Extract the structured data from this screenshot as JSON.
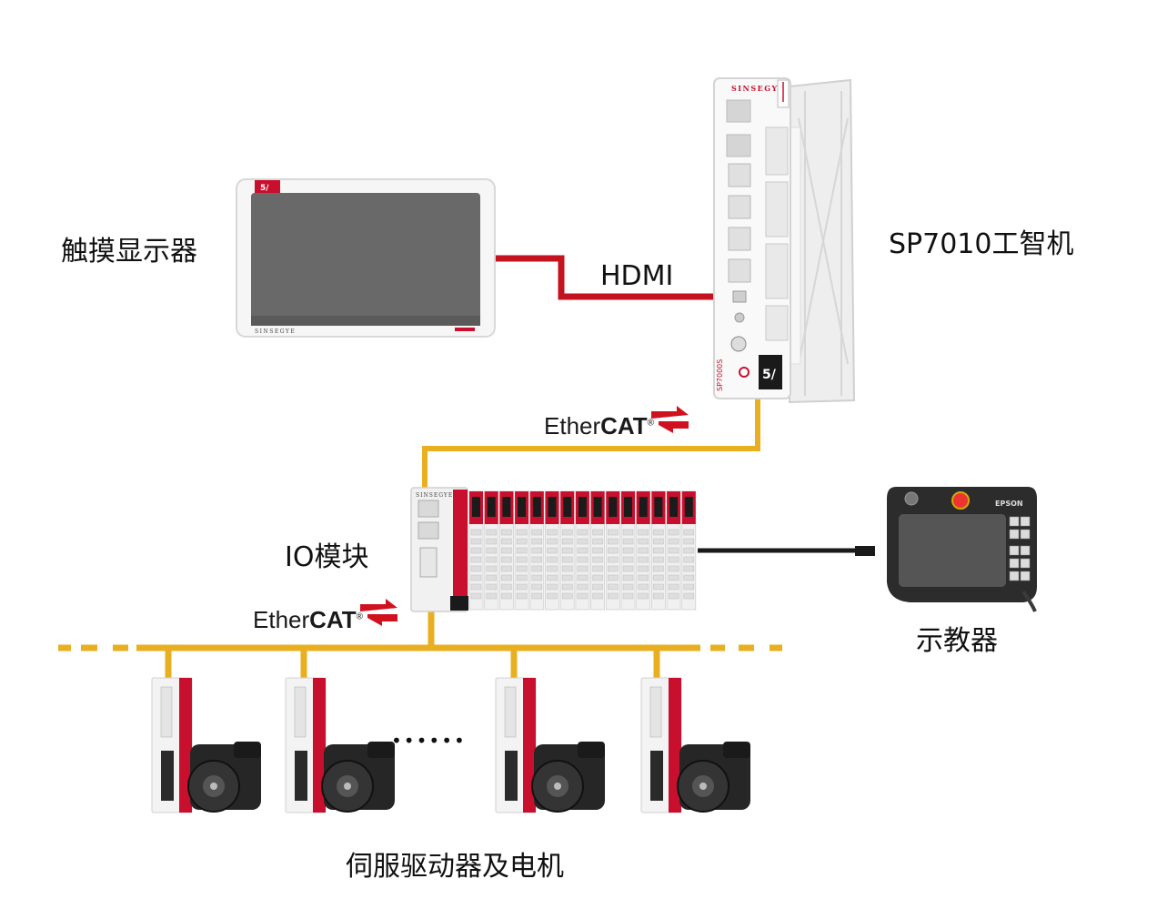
{
  "labels": {
    "touch_display": "触摸显示器",
    "hdmi": "HDMI",
    "controller": "SP7010工智机",
    "io_module": "IO模块",
    "pendant": "示教器",
    "servo_drives": "伺服驱动器及电机",
    "ellipsis": "••••••"
  },
  "ethercat": {
    "prefix": "Ether",
    "bold": "CAT",
    "mark": "®"
  },
  "brand": {
    "name": "SINSEGYE",
    "pendant_brand": "EPSON",
    "model_vertical": "SP7000S"
  },
  "colors": {
    "hdmi_cable": "#c4121f",
    "ethercat_cable": "#e8b021",
    "pendant_cable": "#1a1a1a",
    "brand_red": "#c8102e",
    "device_white": "#f2f2f2",
    "screen": "#696969"
  }
}
